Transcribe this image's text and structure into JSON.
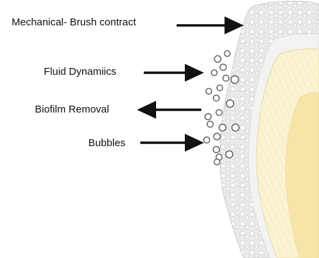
{
  "labels": {
    "mechanical": "Mechanical- Brush contract",
    "fluid": "Fluid Dynamiics",
    "biofilm": "Biofilm Removal",
    "bubbles": "Bubbles"
  },
  "colors": {
    "gum_fill": "#e7e7e7",
    "gum_stroke": "#cfcfcf",
    "enamel_fill": "#fbf3cf",
    "enamel_stripe": "#efe2b0",
    "dentin_fill": "#f6e4a4",
    "arrow": "#111111",
    "bubble_stroke": "#5a5a5a"
  }
}
